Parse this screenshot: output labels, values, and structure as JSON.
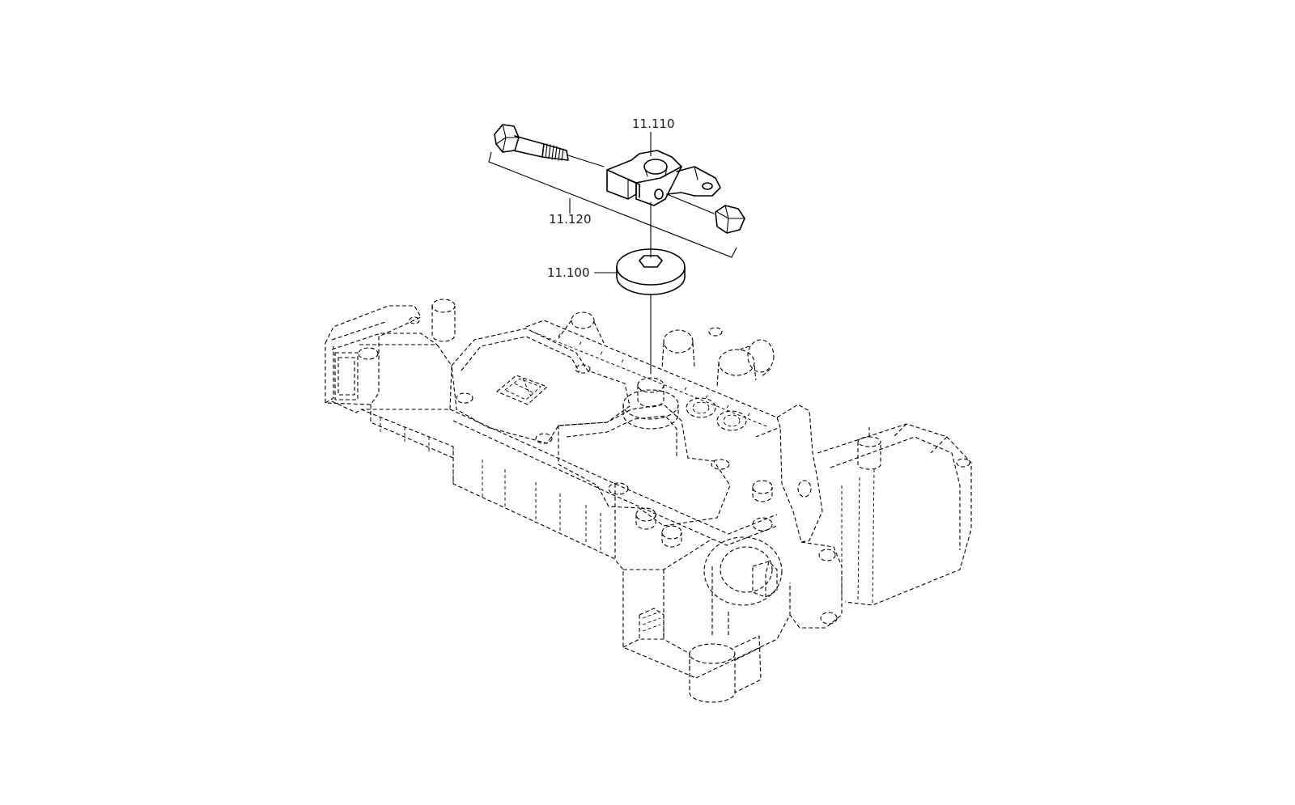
{
  "diagram": {
    "type": "exploded-parts-view",
    "callouts": [
      {
        "id": "bracket",
        "label": "11.110"
      },
      {
        "id": "bolt-assembly",
        "label": "11.120"
      },
      {
        "id": "washer",
        "label": "11.100"
      }
    ]
  }
}
